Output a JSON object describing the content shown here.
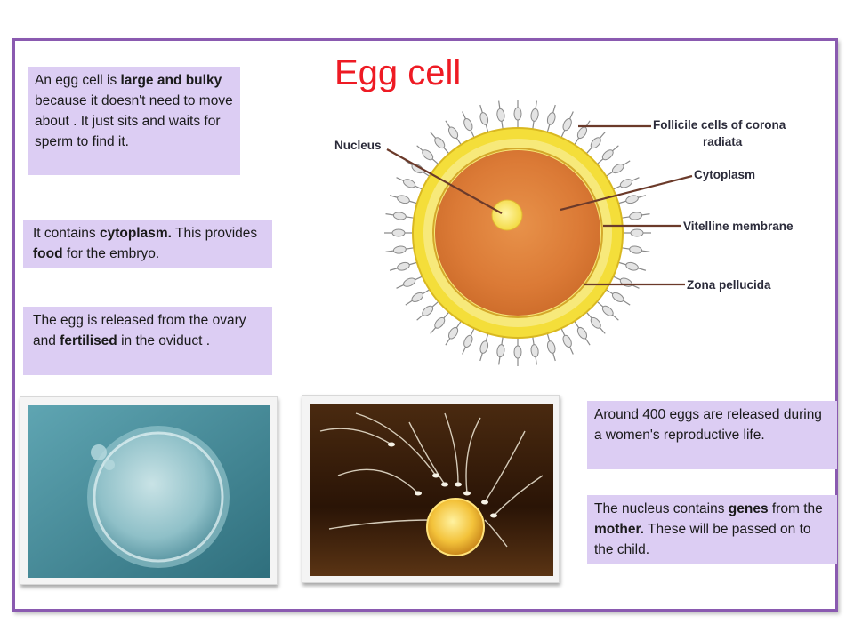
{
  "title": "Egg cell",
  "boxes": {
    "large_bulky": {
      "t1": "An egg cell is ",
      "b1": "large and bulky",
      "t2": " because it doesn't need to move about . It just sits and waits for sperm to find it."
    },
    "cytoplasm": {
      "t1": "It contains ",
      "b1": "cytoplasm.",
      "t2": " This provides ",
      "b2": "food",
      "t3": " for the embryo."
    },
    "released": {
      "t1": "The egg is released from the ovary and ",
      "b1": "fertilised",
      "t2": " in the oviduct ."
    },
    "eggs_count": {
      "t1": "Around 400 eggs are released during a women's reproductive life."
    },
    "nucleus_genes": {
      "t1": "The nucleus contains ",
      "b1": "genes",
      "t2": " from the ",
      "b2": "mother.",
      "t3": " These will be passed on to the child."
    }
  },
  "diagram": {
    "labels": {
      "nucleus": "Nucleus",
      "follicle_1": "Follicile cells of corona",
      "follicle_2": "radiata",
      "cytoplasm": "Cytoplasm",
      "vitelline": "Vitelline membrane",
      "zona": "Zona pellucida"
    },
    "colors": {
      "outer_ring": "#f4de3a",
      "zona": "#f7e97a",
      "cytoplasm": "#e08a3e",
      "nucleus": "#f6e36a",
      "follicle_cells": "#8a8a8a"
    }
  },
  "colors": {
    "title": "#ee1b24",
    "box_bg": "#dccdf3",
    "frame_border": "#8a5ab0"
  }
}
